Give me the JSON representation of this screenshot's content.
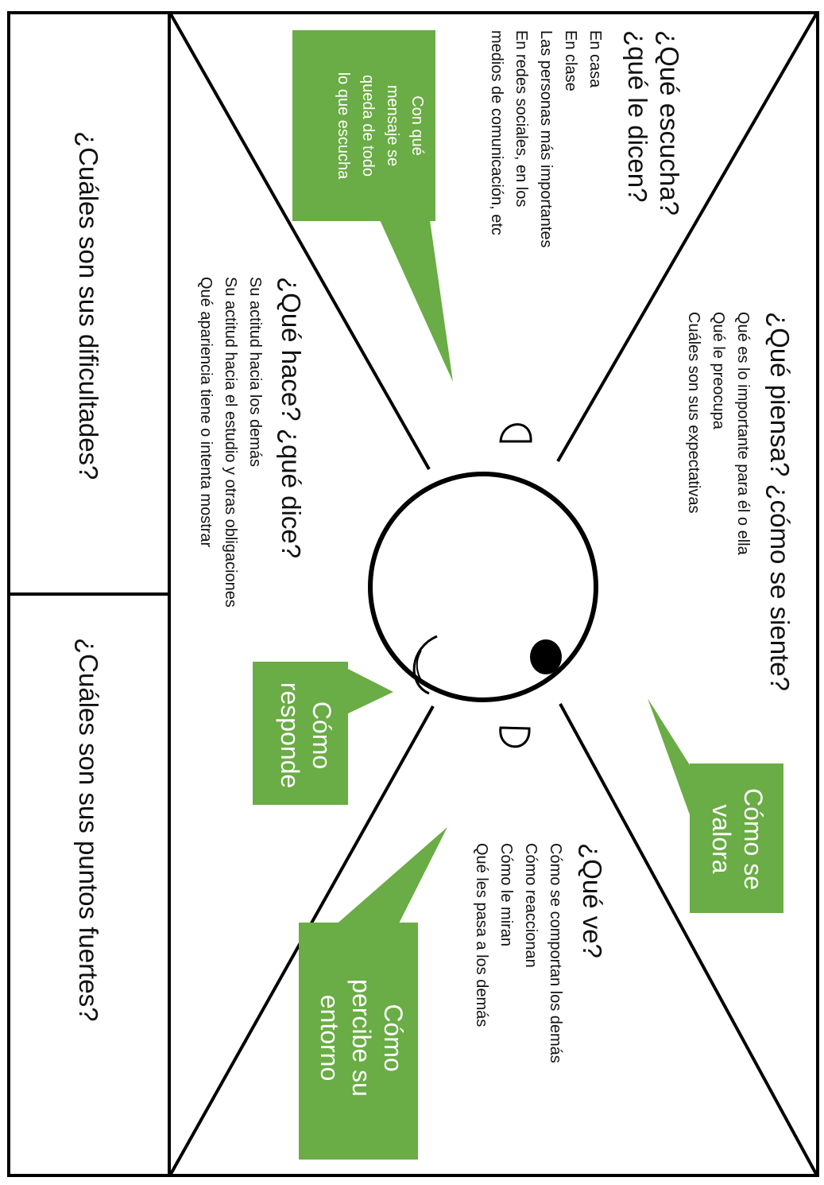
{
  "colors": {
    "bubble": "#6aac45",
    "ink": "#000000",
    "paper": "#ffffff"
  },
  "empathy_map": {
    "thinks": {
      "title": "¿Qué piensa? ¿cómo se siente?",
      "items": [
        "Qué es lo importante para él o ella",
        "Qué le preocupa",
        "Cuáles son sus expectativas"
      ],
      "bubble": "Cómo se valora"
    },
    "hears": {
      "title_line1": "¿Qué escucha?",
      "title_line2": "¿qué le dicen?",
      "items": [
        "En casa",
        "En clase",
        "Las personas más importantes",
        "En redes sociales, en los",
        "medios de comunicación, etc"
      ],
      "bubble": [
        "Con qué",
        "mensaje se",
        "queda de todo",
        "lo que escucha"
      ]
    },
    "sees": {
      "title": "¿Qué ve?",
      "items": [
        "Cómo se comportan los demás",
        "Cómo reaccionan",
        "Cómo le miran",
        "Qué les pasa a los demás"
      ],
      "bubble": [
        "Cómo",
        "percibe su",
        "entorno"
      ]
    },
    "does": {
      "title": "¿Qué hace? ¿qué dice?",
      "items": [
        "Su actitud hacia los demás",
        "Su actitud hacia el estudio y otras obligaciones",
        "Qué apariencia tiene o intenta mostrar"
      ],
      "bubble": [
        "Cómo",
        "responde"
      ]
    },
    "valora_bubble": [
      "Cómo se",
      "valora"
    ],
    "pains": "¿Cuáles son sus dificultades?",
    "gains": "¿Cuáles son sus puntos fuertes?"
  }
}
